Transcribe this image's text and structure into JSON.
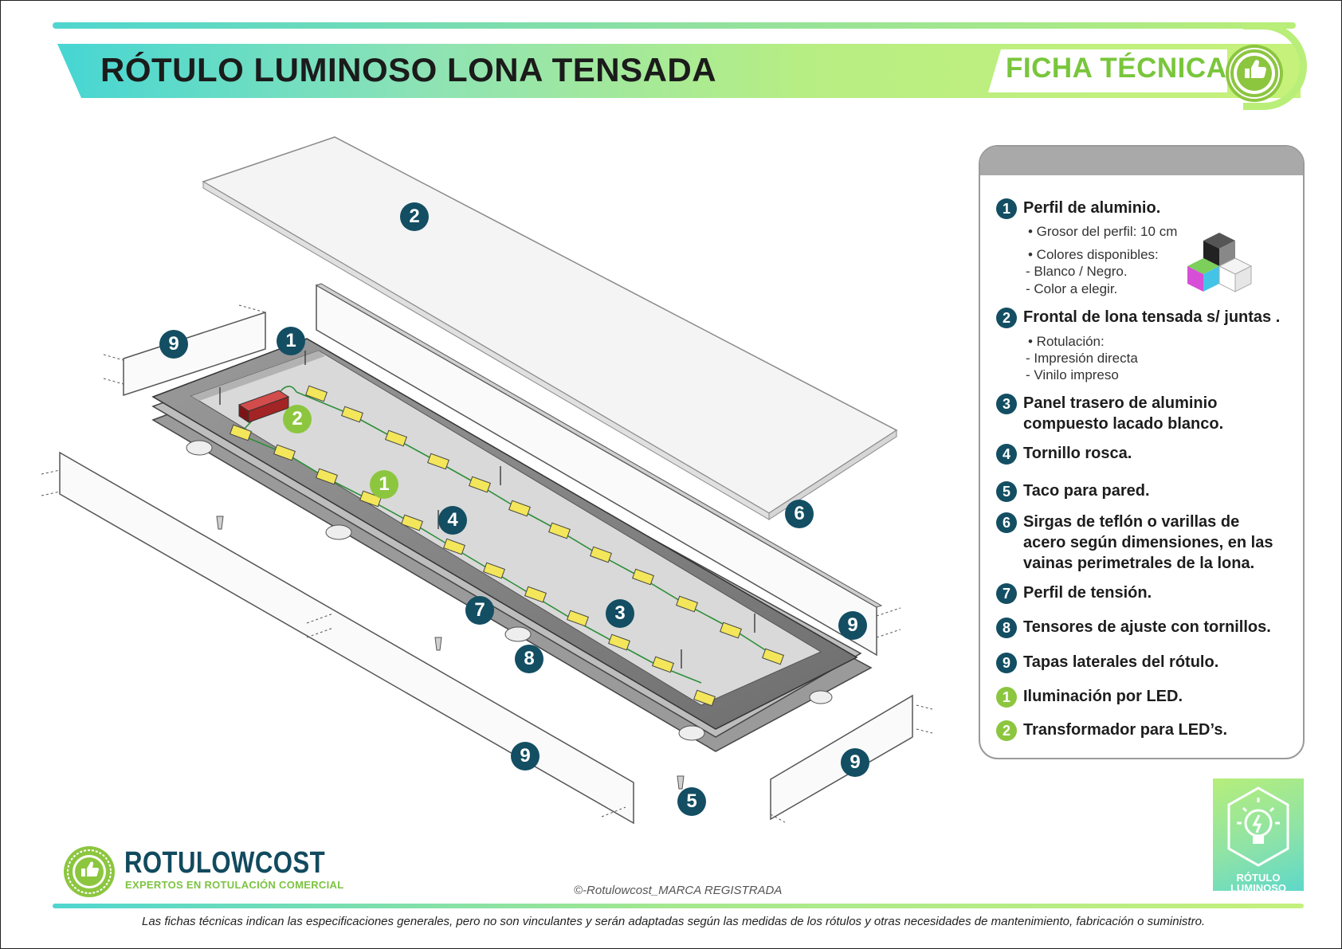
{
  "header": {
    "title": "RÓTULO LUMINOSO LONA TENSADA",
    "ficha": "FICHA TÉCNICA"
  },
  "legend": [
    {
      "n": "1",
      "kind": "blue",
      "text": "Perfil de aluminio."
    },
    {
      "n": "2",
      "kind": "blue",
      "text": "Frontal de lona tensada s/ juntas ."
    },
    {
      "n": "3",
      "kind": "blue",
      "text_line1": "Panel trasero de aluminio",
      "text_line2": "compuesto lacado blanco."
    },
    {
      "n": "4",
      "kind": "blue",
      "text": "Tornillo rosca."
    },
    {
      "n": "5",
      "kind": "blue",
      "text": "Taco para pared."
    },
    {
      "n": "6",
      "kind": "blue",
      "text_line1": "Sirgas de teflón o varillas de",
      "text_line2": "acero según dimensiones, en las",
      "text_line3": "vainas perimetrales de la lona."
    },
    {
      "n": "7",
      "kind": "blue",
      "text": "Perfil de tensión."
    },
    {
      "n": "8",
      "kind": "blue",
      "text": "Tensores de ajuste con tornillos."
    },
    {
      "n": "9",
      "kind": "blue",
      "text": "Tapas laterales del rótulo."
    },
    {
      "n": "1",
      "kind": "green",
      "text": "Iluminación por LED."
    },
    {
      "n": "2",
      "kind": "green",
      "text": "Transformador para LED’s."
    }
  ],
  "details": {
    "item1": [
      "• Grosor del perfil: 10 cm",
      "• Colores disponibles:",
      "- Blanco / Negro.",
      "- Color a elegir."
    ],
    "item2": [
      "• Rotulación:",
      "- Impresión directa",
      "- Vinilo impreso"
    ]
  },
  "diagram_labels": {
    "blue": [
      "2",
      "1",
      "9",
      "9",
      "9",
      "9",
      "4",
      "6",
      "7",
      "3",
      "8",
      "5"
    ],
    "green": [
      "2",
      "1"
    ]
  },
  "footer": {
    "brand": "ROTULOWCOST",
    "brand_sub": "EXPERTOS EN ROTULACIÓN COMERCIAL",
    "copyright": "©-Rotulowcost_MARCA REGISTRADA",
    "disclaimer": "Las fichas técnicas indican las especificaciones generales, pero no son vinculantes y serán adaptadas según las medidas de los rótulos y otras necesidades de mantenimiento, fabricación o suministro.",
    "badge_line1": "RÓTULO",
    "badge_line2": "LUMINOSO"
  },
  "colors": {
    "navy": "#134e63",
    "green": "#8cc63f",
    "accent_teal": "#46d6d3",
    "accent_lime": "#c6f17a"
  }
}
